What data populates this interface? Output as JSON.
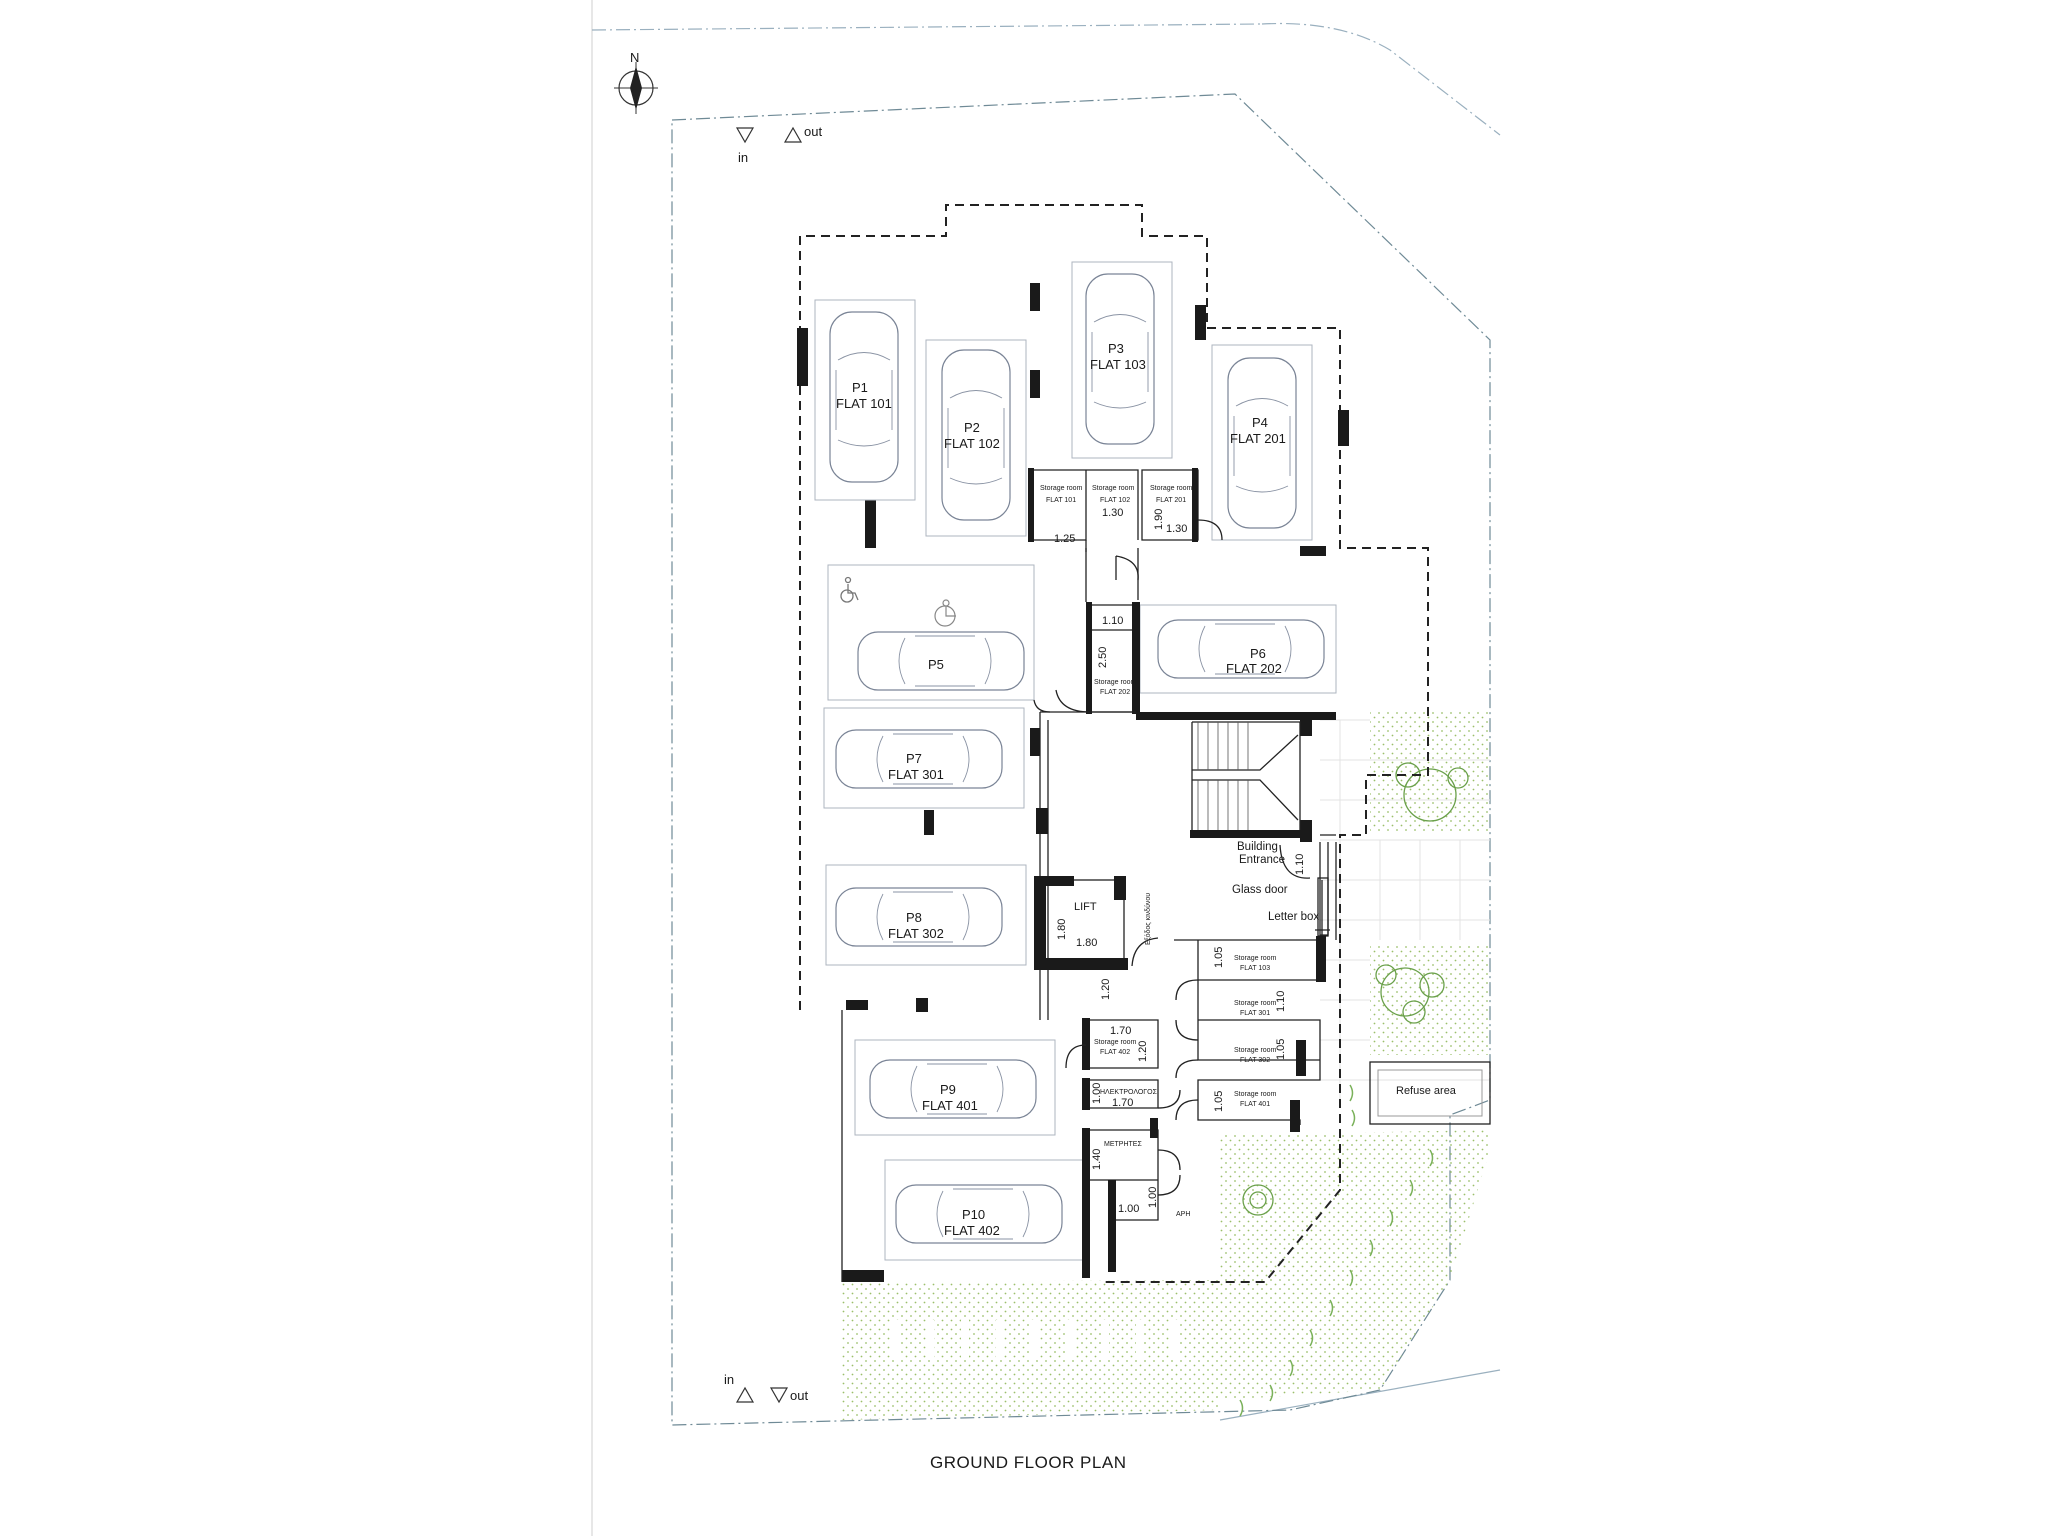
{
  "north": "N",
  "entrances": {
    "top_in": "in",
    "top_out": "out",
    "bottom_in": "in",
    "bottom_out": "out"
  },
  "parking": [
    {
      "code": "P1",
      "flat": "FLAT 101"
    },
    {
      "code": "P2",
      "flat": "FLAT 102"
    },
    {
      "code": "P3",
      "flat": "FLAT 103"
    },
    {
      "code": "P4",
      "flat": "FLAT 201"
    },
    {
      "code": "P5",
      "flat": ""
    },
    {
      "code": "P6",
      "flat": "FLAT 202"
    },
    {
      "code": "P7",
      "flat": "FLAT 301"
    },
    {
      "code": "P8",
      "flat": "FLAT 302"
    },
    {
      "code": "P9",
      "flat": "FLAT 401"
    },
    {
      "code": "P10",
      "flat": "FLAT 402"
    }
  ],
  "storage_top": [
    {
      "title": "Storage room",
      "flat": "FLAT 101"
    },
    {
      "title": "Storage room",
      "flat": "FLAT 102",
      "dim": "1.30"
    },
    {
      "title": "Storage room",
      "flat": "FLAT 201",
      "dim_v": "1.90",
      "dim": "1.30"
    }
  ],
  "storage_mid": {
    "title": "Storage room",
    "flat": "FLAT 202"
  },
  "storage_right": [
    {
      "title": "Storage room",
      "flat": "FLAT 103",
      "dim": "1.05"
    },
    {
      "title": "Storage room",
      "flat": "FLAT 301",
      "dim": "1.10"
    },
    {
      "title": "Storage room",
      "flat": "FLAT 302",
      "dim": "1.05"
    },
    {
      "title": "Storage room",
      "flat": "FLAT 401",
      "dim": "1.05"
    }
  ],
  "storage_left": {
    "title": "Storage room",
    "flat": "FLAT 402"
  },
  "rooms": {
    "lift": "LIFT",
    "building_entrance_1": "Building",
    "building_entrance_2": "Entrance",
    "glass_door": "Glass door",
    "letter_box": "Letter box",
    "refuse_area": "Refuse area",
    "exit_label": "Εξόδος κινδύνου",
    "electrical": "ΗΛΕΚΤΡΟΛΟΓΟΣ",
    "meters": "ΜΕΤΡΗΤΕΣ",
    "water": "ΑΡΗ"
  },
  "dimensions": {
    "d_125": "1.25",
    "d_110_top": "1.10",
    "d_250": "2.50",
    "d_110_entr": "1.10",
    "d_180_v": "1.80",
    "d_180_h": "1.80",
    "d_120": "1.20",
    "d_170_a": "1.70",
    "d_120_b": "1.20",
    "d_100_a": "1.00",
    "d_170_b": "1.70",
    "d_140": "1.40",
    "d_100_b": "1.00",
    "d_100_c": "1.00"
  },
  "title": "GROUND  FLOOR PLAN"
}
